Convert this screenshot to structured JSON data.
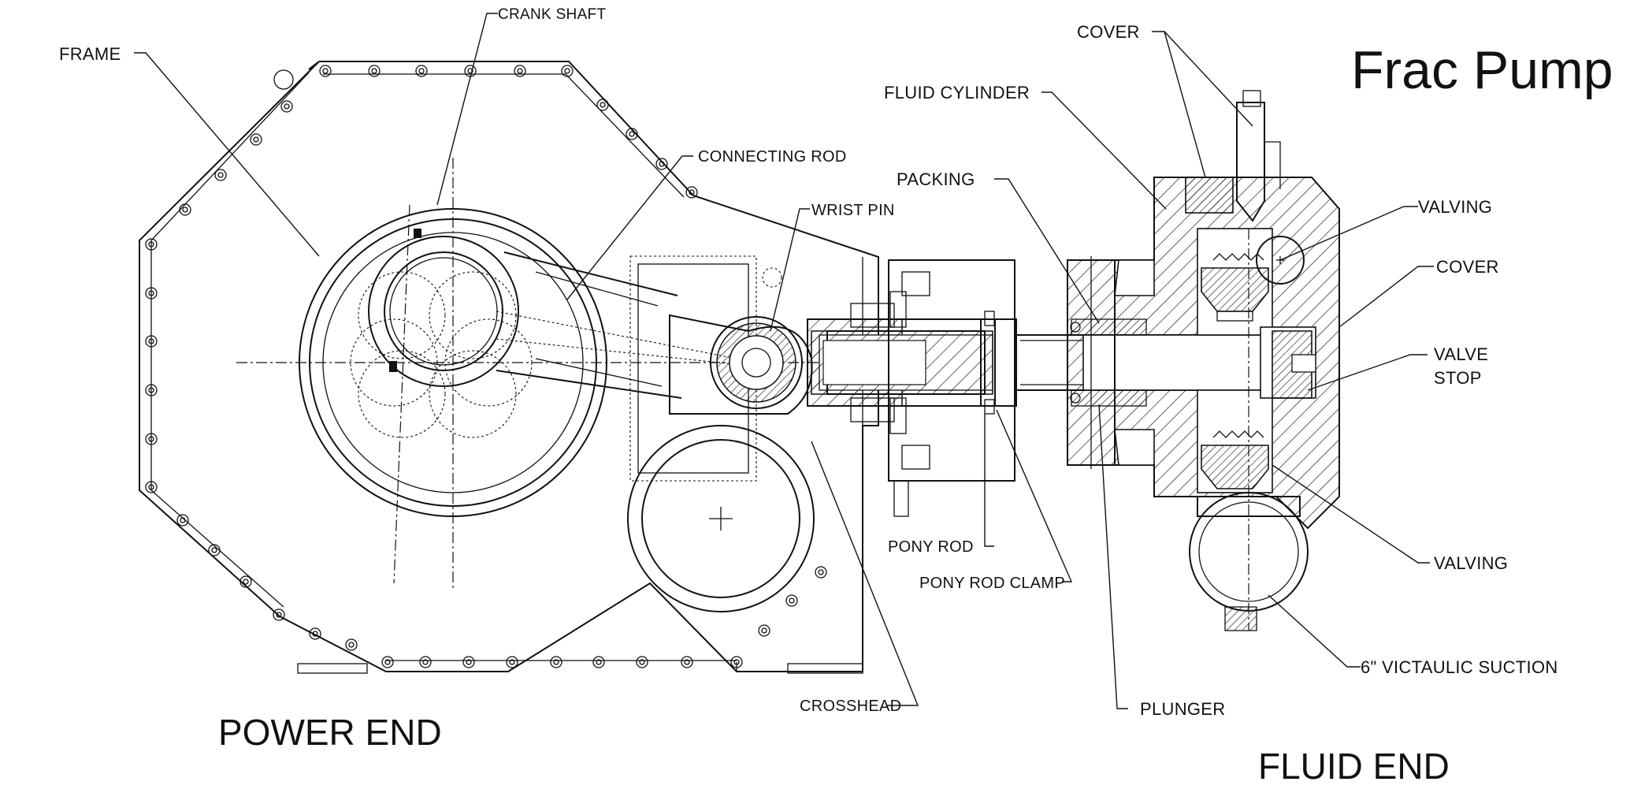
{
  "title": "Frac Pump",
  "sections": {
    "power_end": "POWER END",
    "fluid_end": "FLUID END"
  },
  "labels": {
    "frame": "FRAME",
    "crank_shaft": "CRANK SHAFT",
    "connecting_rod": "CONNECTING ROD",
    "wrist_pin": "WRIST PIN",
    "packing": "PACKING",
    "fluid_cylinder": "FLUID CYLINDER",
    "cover_top": "COVER",
    "valving_top": "VALVING",
    "cover_right": "COVER",
    "valve_stop_line1": "VALVE",
    "valve_stop_line2": "STOP",
    "valving_bottom": "VALVING",
    "suction": "6\" VICTAULIC SUCTION",
    "plunger": "PLUNGER",
    "pony_rod": "PONY ROD",
    "pony_rod_clamp": "PONY ROD CLAMP",
    "crosshead": "CROSSHEAD"
  }
}
